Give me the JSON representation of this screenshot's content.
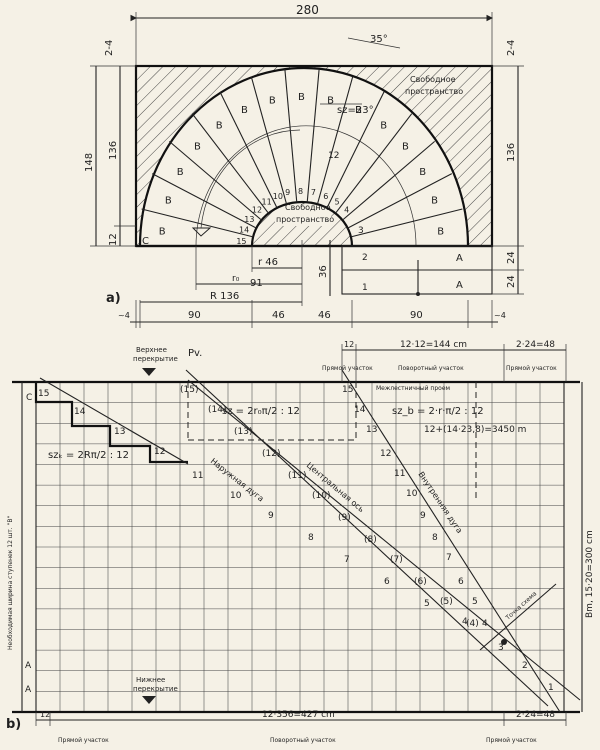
{
  "plan": {
    "panel_label": "a)",
    "dims": {
      "top_width": "280",
      "left_2_4": "2-4",
      "right_2_4": "2-4",
      "left_148": "148",
      "left_136": "136",
      "left_12": "12",
      "right_136": "136",
      "right_24a": "24",
      "right_24b": "24",
      "h36": "36",
      "angle": "35°",
      "sz": "sz=23°",
      "arc12": "12",
      "r46": "r 46",
      "r0_91": "91",
      "r0": "r₀",
      "R136": "R 136",
      "b_l4": "~4",
      "b_90a": "90",
      "b_46a": "46",
      "b_46b": "46",
      "b_90b": "90",
      "b_r4": "~4"
    },
    "free_space_outer": [
      "Свободное",
      "пространство"
    ],
    "free_space_inner": [
      "Свободное",
      "пространство"
    ],
    "corner_letters": {
      "C": "C",
      "B": "B",
      "A": "A"
    },
    "b_letter": "B",
    "step_numbers": [
      "1",
      "2",
      "3",
      "4",
      "5",
      "6",
      "7",
      "8",
      "9",
      "10",
      "11",
      "12",
      "13",
      "14",
      "15"
    ]
  },
  "development": {
    "panel_label": "b)",
    "top": {
      "upper_floor": [
        "Верхнее",
        "перекрытие"
      ],
      "pv": "Pv.",
      "dim_12": "12",
      "dim_mid": "12·12=144 cm",
      "dim_right": "2·24=48",
      "straight_left": "Прямой участок",
      "turn_mid": "Поворотный участок",
      "straight_right": "Прямой участок",
      "opening": "Межлестничный проем"
    },
    "bottom": {
      "lower_floor": [
        "Нижнее",
        "перекрытие"
      ],
      "dim_12": "12",
      "dim_mid": "12·356=427 cm",
      "dim_right": "2·24=48",
      "straight_left": "Прямой участок",
      "turn_mid": "Поворотный участок",
      "straight_right": "Прямой участок"
    },
    "formulas": {
      "szk": "szₖ = 2Rπ/2 : 12",
      "sz_r0": "sz = 2r₀π/2 : 12",
      "szb": "sz_b = 2·r·π/2 : 12",
      "sum": "12+(14·23,8)=3450 m"
    },
    "axis_labels": {
      "outer": "Наружная дуга",
      "center": "Центральная ось",
      "inner": "Внутренняя дуга",
      "trap": "Точка схема"
    },
    "left_vertical": "Необходимая ширина ступенек 12 шт. \"B\"",
    "right_vertical": "Bm, 15·20=300 cm",
    "corner_labels": {
      "C": "C",
      "A1": "A",
      "A2": "A"
    },
    "left_steps": [
      "15",
      "14",
      "13",
      "12",
      "11",
      "10",
      "9",
      "8",
      "7",
      "6",
      "5",
      "4"
    ],
    "center_steps": [
      "(15)",
      "(14)",
      "(13)",
      "(12)",
      "(11)",
      "(10)",
      "(9)",
      "(8)",
      "(7)",
      "(6)",
      "(5)",
      "(4)"
    ],
    "inner_steps": [
      "15",
      "14",
      "13",
      "12",
      "11",
      "10",
      "9",
      "8",
      "7",
      "6",
      "5",
      "4"
    ],
    "low_steps": [
      "3",
      "2",
      "1"
    ]
  }
}
